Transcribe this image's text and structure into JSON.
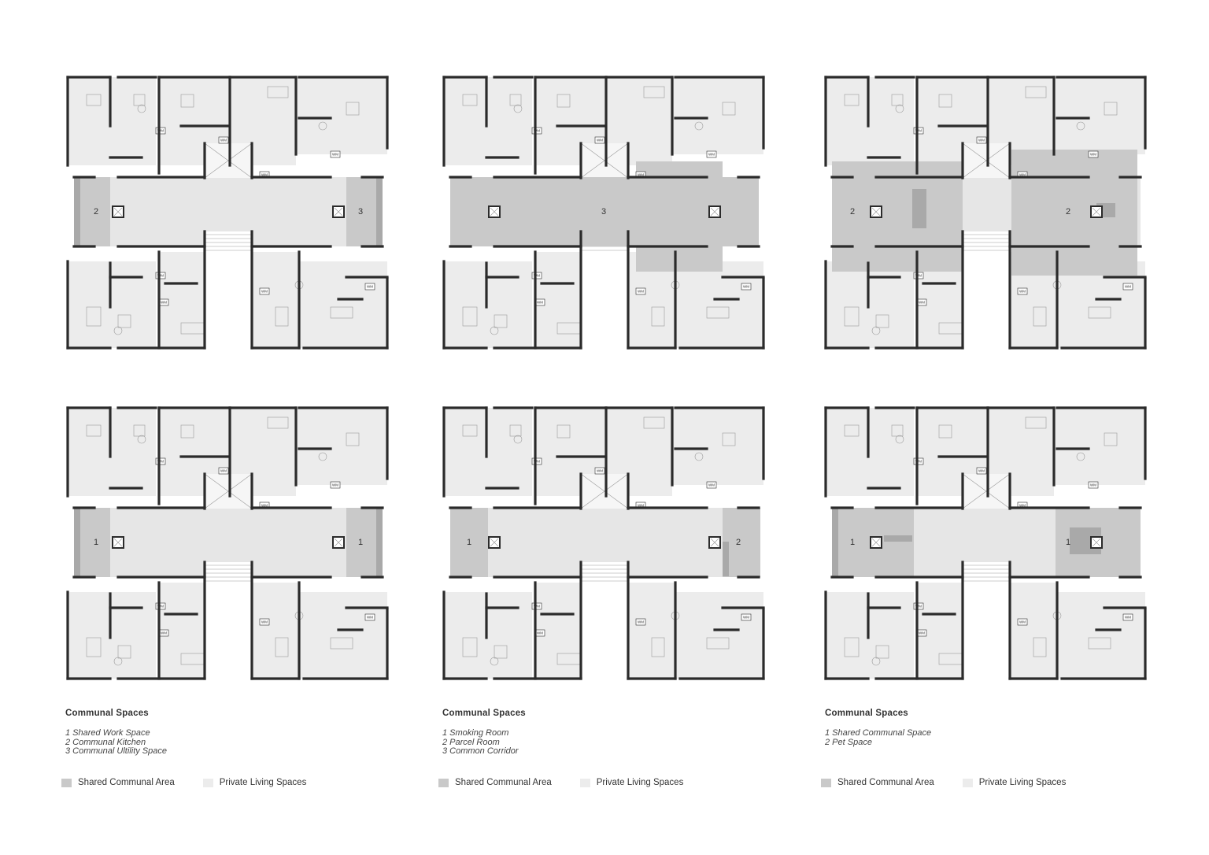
{
  "colors": {
    "shared": "#c9c9c9",
    "shared_dark": "#a9a9a9",
    "private": "#ececec",
    "corridor": "#e6e6e6",
    "wall": "#2b2b2b",
    "background": "#ffffff"
  },
  "plans": [
    {
      "labels": [
        "2",
        "3"
      ],
      "wm_tags": [
        "WM",
        "WM",
        "WM",
        "WM",
        "WM",
        "WM",
        "WM",
        "WM"
      ]
    },
    {
      "labels": [
        "3"
      ],
      "wm_tags": [
        "WM",
        "WM",
        "WM",
        "WM",
        "WM",
        "WM",
        "WM",
        "WM"
      ]
    },
    {
      "labels": [
        "2",
        "2"
      ],
      "wm_tags": [
        "WM",
        "WM",
        "WM",
        "WM",
        "WM",
        "WM",
        "WM",
        "WM"
      ]
    },
    {
      "labels": [
        "1",
        "1"
      ],
      "wm_tags": [
        "WM",
        "WM",
        "WM",
        "WM",
        "WM",
        "WM",
        "WM",
        "WM"
      ]
    },
    {
      "labels": [
        "1",
        "2"
      ],
      "wm_tags": [
        "WM",
        "WM",
        "WM",
        "WM",
        "WM",
        "WM",
        "WM",
        "WM"
      ]
    },
    {
      "labels": [
        "1",
        "1"
      ],
      "wm_tags": [
        "WM",
        "WM",
        "WM",
        "WM",
        "WM",
        "WM",
        "WM",
        "WM"
      ]
    }
  ],
  "captions": [
    {
      "title": "Communal Spaces",
      "items": [
        "1 Shared Work Space",
        "2 Communal Kitchen",
        "3 Communal Ultility Space"
      ]
    },
    {
      "title": "Communal Spaces",
      "items": [
        "1 Smoking Room",
        "2 Parcel Room",
        "3 Common Corridor"
      ]
    },
    {
      "title": "Communal Spaces",
      "items": [
        "1 Shared Communal Space",
        "2 Pet Space"
      ]
    }
  ],
  "legends": [
    {
      "shared_label": "Shared Communal Area",
      "private_label": "Private Living Spaces"
    },
    {
      "shared_label": "Shared Communal Area",
      "private_label": "Private Living Spaces"
    },
    {
      "shared_label": "Shared Communal Area",
      "private_label": "Private Living Spaces"
    }
  ]
}
